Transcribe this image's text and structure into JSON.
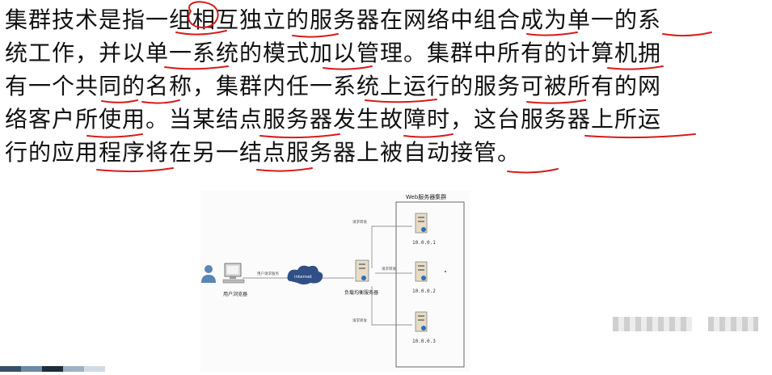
{
  "paragraph": {
    "lines": [
      "集群技术是指一组相互独立的服务器在网络中组合成为单一的系",
      "统工作，并以单一系统的模式加以管理。集群中所有的计算机拥",
      "有一个共同的名称，集群内任一系统上运行的服务可被所有的网",
      "络客户所使用。当某结点服务器发生故障时，这台服务器上所运",
      "行的应用程序将在另一结点服务器上被自动接管。"
    ]
  },
  "diagram": {
    "cluster_title": "Web服务器集群",
    "user_label": "用户浏览器",
    "cloud_label": "internet",
    "user_to_cloud_label": "用户请求服务",
    "load_balancer_label": "负载均衡服务器",
    "forward_labels": [
      "请求转发",
      "请求转发",
      "请求转发"
    ],
    "servers": [
      {
        "ip": "10.0.0.1"
      },
      {
        "ip": "10.0.0.2"
      },
      {
        "ip": "10.0.0.3"
      }
    ]
  },
  "colors": {
    "annotation_red": "#d81b1b",
    "text": "#111111",
    "server_body": "#e7dcc4",
    "user_blue": "#5a86b5",
    "cloud_blue": "#2f4f86"
  }
}
